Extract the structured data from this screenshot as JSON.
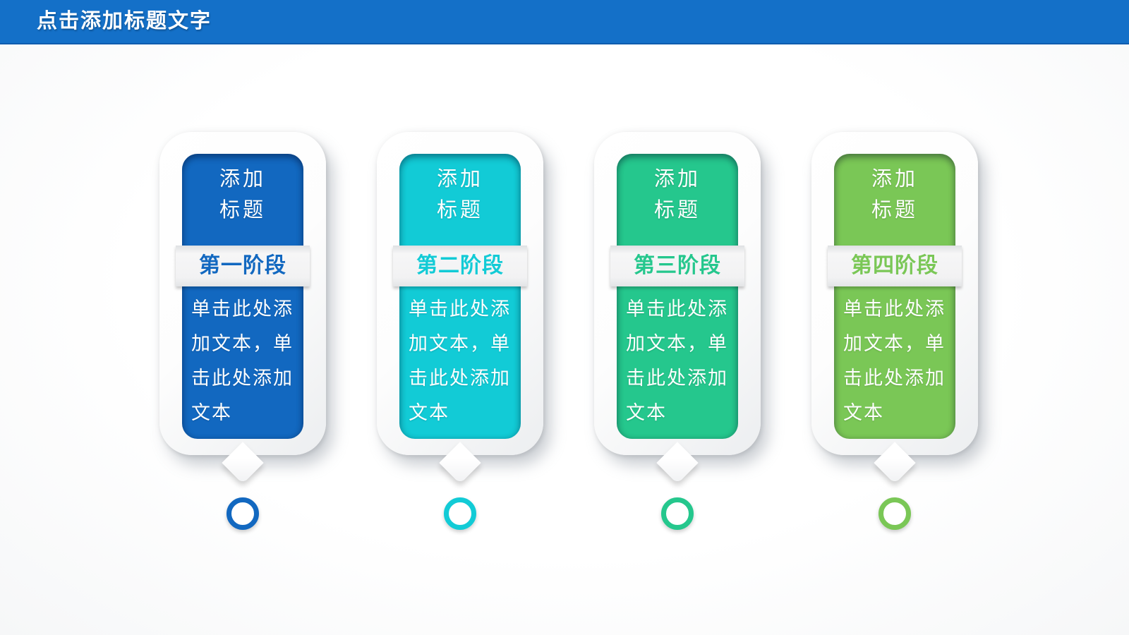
{
  "header": {
    "title": "点击添加标题文字",
    "bg_color": "#1470C8"
  },
  "cards": [
    {
      "title": "添加\n标题",
      "stage": "第一阶段",
      "body": "单击此处添加文本，单击此处添加文本",
      "color": "#1268C0"
    },
    {
      "title": "添加\n标题",
      "stage": "第二阶段",
      "body": "单击此处添加文本，单击此处添加文本",
      "color": "#12CBD6"
    },
    {
      "title": "添加\n标题",
      "stage": "第三阶段",
      "body": "单击此处添加文本，单击此处添加文本",
      "color": "#25C78D"
    },
    {
      "title": "添加\n标题",
      "stage": "第四阶段",
      "body": "单击此处添加文本，单击此处添加文本",
      "color": "#7AC756"
    }
  ]
}
